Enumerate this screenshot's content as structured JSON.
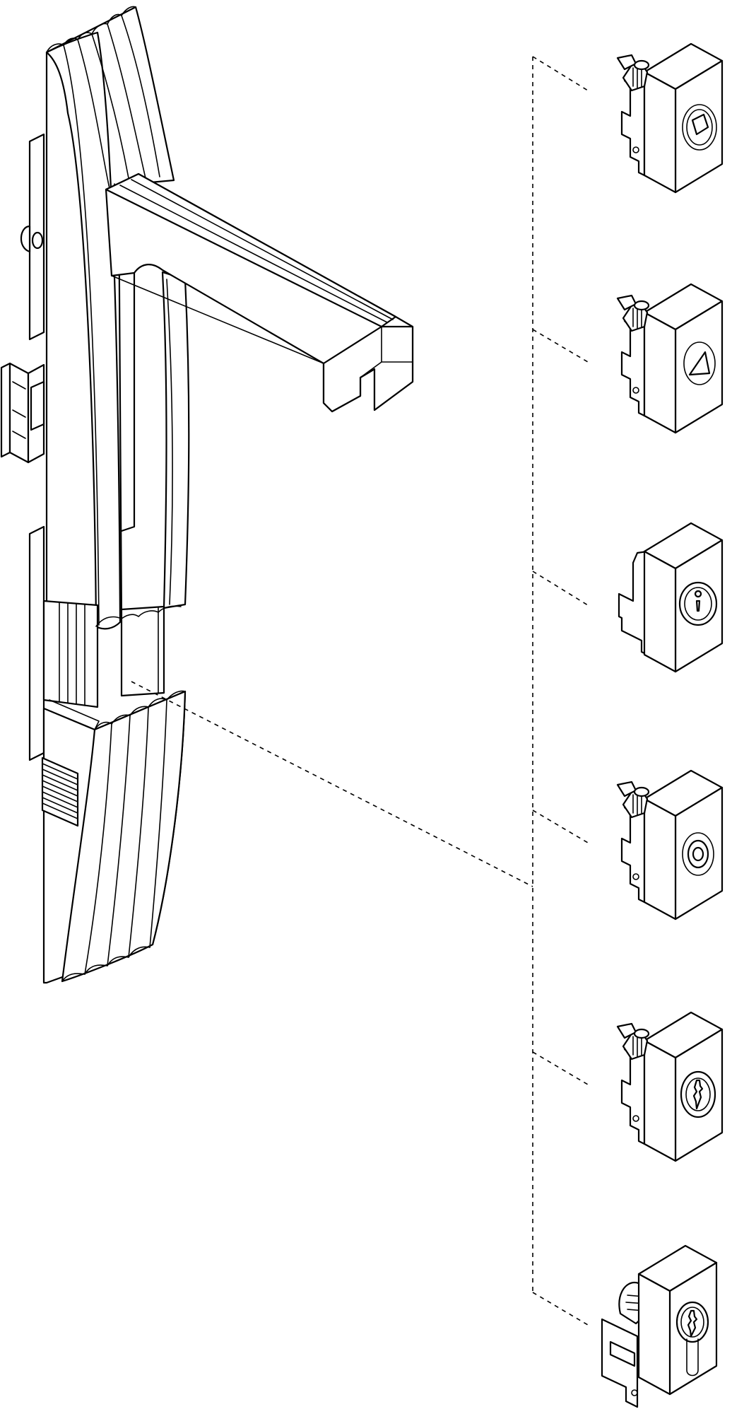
{
  "drawing": {
    "line_color": "#000000",
    "background": "#ffffff",
    "parts": [
      {
        "name": "handle-assembly",
        "kind": "swing-handle"
      },
      {
        "name": "insert-square",
        "kind": "square-drive insert"
      },
      {
        "name": "insert-triangle",
        "kind": "triangle-drive insert"
      },
      {
        "name": "insert-keyhole",
        "kind": "key-lock insert, no bracket"
      },
      {
        "name": "insert-double-bit",
        "kind": "double-bit insert"
      },
      {
        "name": "insert-key-cylinder",
        "kind": "key cylinder insert"
      },
      {
        "name": "insert-profile-cylinder",
        "kind": "profile cylinder insert"
      }
    ]
  }
}
